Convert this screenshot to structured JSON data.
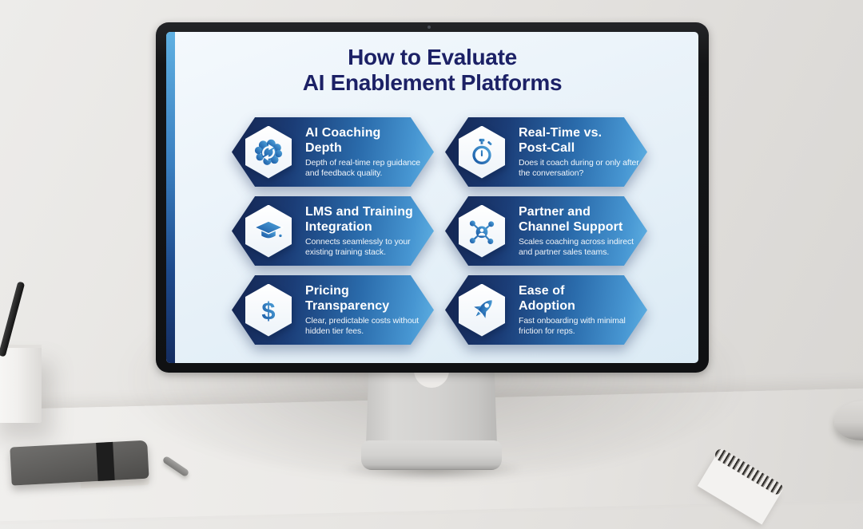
{
  "screen": {
    "title_line1": "How to Evaluate",
    "title_line2": "AI Enablement Platforms",
    "cards": [
      {
        "title_line1": "AI Coaching",
        "title_line2": "Depth",
        "description": "Depth of real-time rep guidance and feedback quality.",
        "icon": "brain-refresh-icon"
      },
      {
        "title_line1": "Real-Time vs.",
        "title_line2": "Post-Call",
        "description": "Does it coach during or only after the conversation?",
        "icon": "stopwatch-icon"
      },
      {
        "title_line1": "LMS and Training",
        "title_line2": "Integration",
        "description": "Connects seamlessly to your existing training stack.",
        "icon": "graduation-cap-icon"
      },
      {
        "title_line1": "Partner and",
        "title_line2": "Channel Support",
        "description": "Scales coaching across indirect and partner sales teams.",
        "icon": "network-people-icon"
      },
      {
        "title_line1": "Pricing",
        "title_line2": "Transparency",
        "description": "Clear, predictable costs without hidden tier fees.",
        "icon": "dollar-sign-icon"
      },
      {
        "title_line1": "Ease of",
        "title_line2": "Adoption",
        "description": "Fast onboarding with minimal friction for reps.",
        "icon": "rocket-icon"
      }
    ],
    "colors": {
      "title_navy": "#1c2166",
      "card_gradient_start": "#14244f",
      "card_gradient_end": "#5fb0e2",
      "icon_blue_dark": "#1553a0",
      "icon_blue_light": "#55aadf",
      "screen_background": "#e9f2f9",
      "accent_strip_top": "#5fb0e2",
      "accent_strip_bottom": "#142c60"
    }
  },
  "scene": {
    "display_device": "desktop-monitor",
    "desk_items": [
      "pen-cup",
      "black-pen",
      "gray-notebook",
      "gray-pen",
      "spiral-notebook",
      "round-base-object"
    ]
  }
}
